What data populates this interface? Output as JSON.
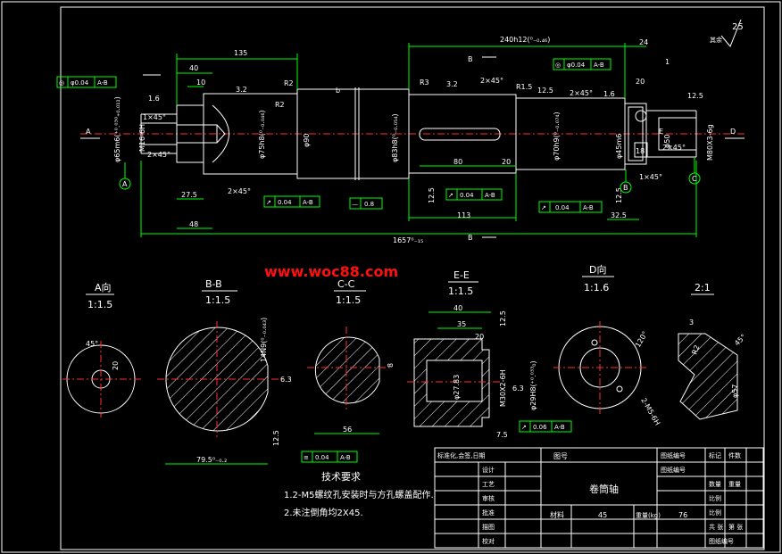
{
  "watermark": "www.woc88.com",
  "roughness_main": "25",
  "roughness_main_suffix": "其余",
  "dims": {
    "d135": "135",
    "d40": "40",
    "d10": "10",
    "d240": "240h12(⁰₋₀.₄₆)",
    "d24": "24",
    "d1657": "1657⁰₋₁₅",
    "d113": "113",
    "d80": "80",
    "d20a": "20",
    "d48": "48",
    "d27_5": "27.5",
    "d32_5": "32.5",
    "d20b": "20",
    "d18": "18",
    "d50": "φ50",
    "d90": "φ90",
    "d75": "φ75h8(⁰₋₀.₀₄₆)",
    "d83": "φ83h8(⁰₋₀.₀₅₄)",
    "d70": "φ70h9(⁰₋₀.₀₇₄)",
    "d65": "φ65m6(⁺⁰.⁰³⁰₊₀.₀₁₁)",
    "d45": "φ45m6",
    "m16": "M16-6H",
    "m80": "M80X3-6g",
    "r3": "R3",
    "r2": "R2",
    "r2b": "R2",
    "r1_5": "R1.5",
    "c2x45a": "2×45°",
    "c2x45b": "2×45°",
    "c2x45c": "2×45°",
    "c2x45d": "2×45°",
    "c2x45e": "2×45°",
    "c1x45a": "1×45°",
    "c1x45b": "1×45°",
    "ra3_2a": "3.2",
    "ra3_2b": "3.2",
    "ra1_6a": "1.6",
    "ra1_6b": "1.6",
    "ra12_5a": "12.5",
    "ra12_5b": "12.5",
    "ra12_5c": "12.5",
    "ra12_5d": "12.5",
    "b": "b",
    "label_b": "B",
    "label_1": "1",
    "label_E": "E",
    "label_A": "A",
    "label_C": "C",
    "label_D": "D",
    "label_Bcirc": "B"
  },
  "tolerance_frames": {
    "tf1": {
      "sym": "◎",
      "val": "φ0.04",
      "ref": "A-B"
    },
    "tf2": {
      "sym": "◎",
      "val": "φ0.04",
      "ref": "A-B"
    },
    "tf3": {
      "sym": "↗",
      "val": "0.04",
      "ref": "A-B"
    },
    "tf4": {
      "sym": "—",
      "val": "0.8",
      "ref": ""
    },
    "tf5": {
      "sym": "↗",
      "val": "0.04",
      "ref": "A-B"
    },
    "tf6": {
      "sym": "↗",
      "val": "0.04",
      "ref": "A-B"
    },
    "tf7": {
      "sym": "≡",
      "val": "0.04",
      "ref": "A-B"
    },
    "tf8": {
      "sym": "↗",
      "val": "0.06",
      "ref": "A-B"
    }
  },
  "views": {
    "a": {
      "title": "A向",
      "scale": "1:1.5",
      "d1": "45°",
      "d2": "20"
    },
    "bb": {
      "title": "B-B",
      "scale": "1:1.5",
      "d1": "79.5⁰₋₀.₂",
      "d2": "14N9(⁰₋₀.₀₄₃)",
      "d3": "6.3",
      "d4": "12.5"
    },
    "cc": {
      "title": "C-C",
      "scale": "1:1.5",
      "d1": "56",
      "d2": "8"
    },
    "ee": {
      "title": "E-E",
      "scale": "1:1.5",
      "d1": "40",
      "d2": "35",
      "d3": "20",
      "d4": "φ27.83",
      "d5": "M30X2-6H",
      "d6": "φ29H8(⁺⁰.⁰³³₀)",
      "d7": "6.3",
      "d8": "7.5",
      "d9": "12.5"
    },
    "d": {
      "title": "D向",
      "scale": "1:1.6",
      "d1": "120°",
      "d2": "2-M5-6H"
    },
    "det": {
      "title": "2:1",
      "d1": "3",
      "d2": "R2",
      "d3": "45°",
      "d4": "φ57"
    }
  },
  "tech": {
    "title": "技术要求",
    "line1": "1.2-M5螺纹孔安装时与方孔螺盖配作.",
    "line2": "2.未注倒角均2X45."
  },
  "titleblock": {
    "part_name": "卷筒轴",
    "figure_no_label": "图号",
    "material_label": "材料",
    "material": "45",
    "weight_label": "重量(kg)",
    "weight": "76",
    "ratio_label": "比例",
    "seal_label": "标记",
    "qty_label": "件数",
    "sheet_label": "共 张",
    "sheet2_label": "第 张",
    "rows": [
      "标准化,会签,日期",
      "设计",
      "工艺",
      "审核",
      "批准",
      "描图",
      "校对"
    ],
    "col_a": "数量",
    "col_b": "比例",
    "col_c": "重量",
    "stamp": "图纸编号",
    "company1": "图纸编号",
    "company2": "图纸编号"
  }
}
